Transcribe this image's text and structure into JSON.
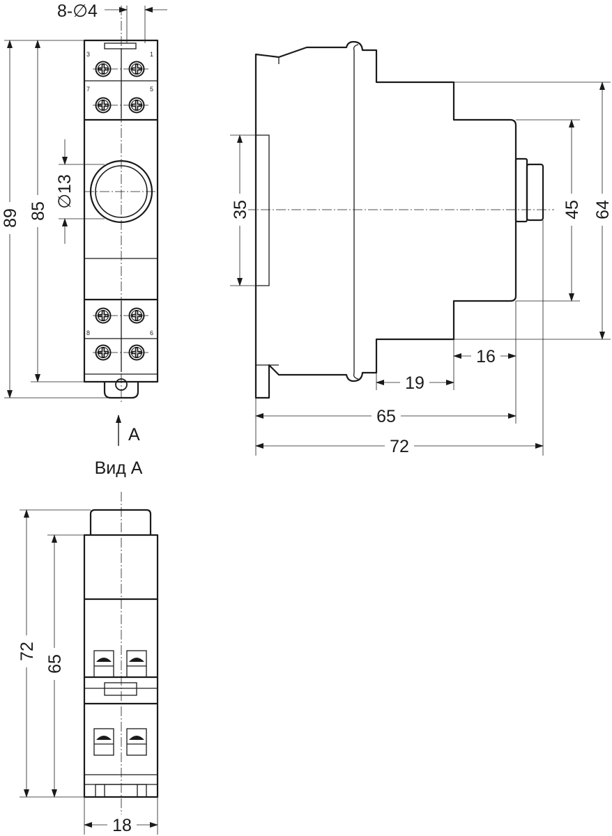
{
  "dimensions": {
    "holes": "8-∅4",
    "overall_height": "89",
    "body_height": "85",
    "knob_diameter": "∅13",
    "rail_width": "35",
    "front_height": "45",
    "middle_height": "64",
    "front_depth": "16",
    "step_depth": "19",
    "body_depth": "65",
    "total_depth": "72",
    "bottom_total_height": "72",
    "bottom_body_height": "65",
    "width": "18"
  },
  "labels": {
    "arrow_letter": "A",
    "view_caption": "Вид А"
  },
  "terminals": {
    "t3": "3",
    "t1": "1",
    "t7": "7",
    "t5": "5",
    "t8": "8",
    "t6": "6"
  }
}
